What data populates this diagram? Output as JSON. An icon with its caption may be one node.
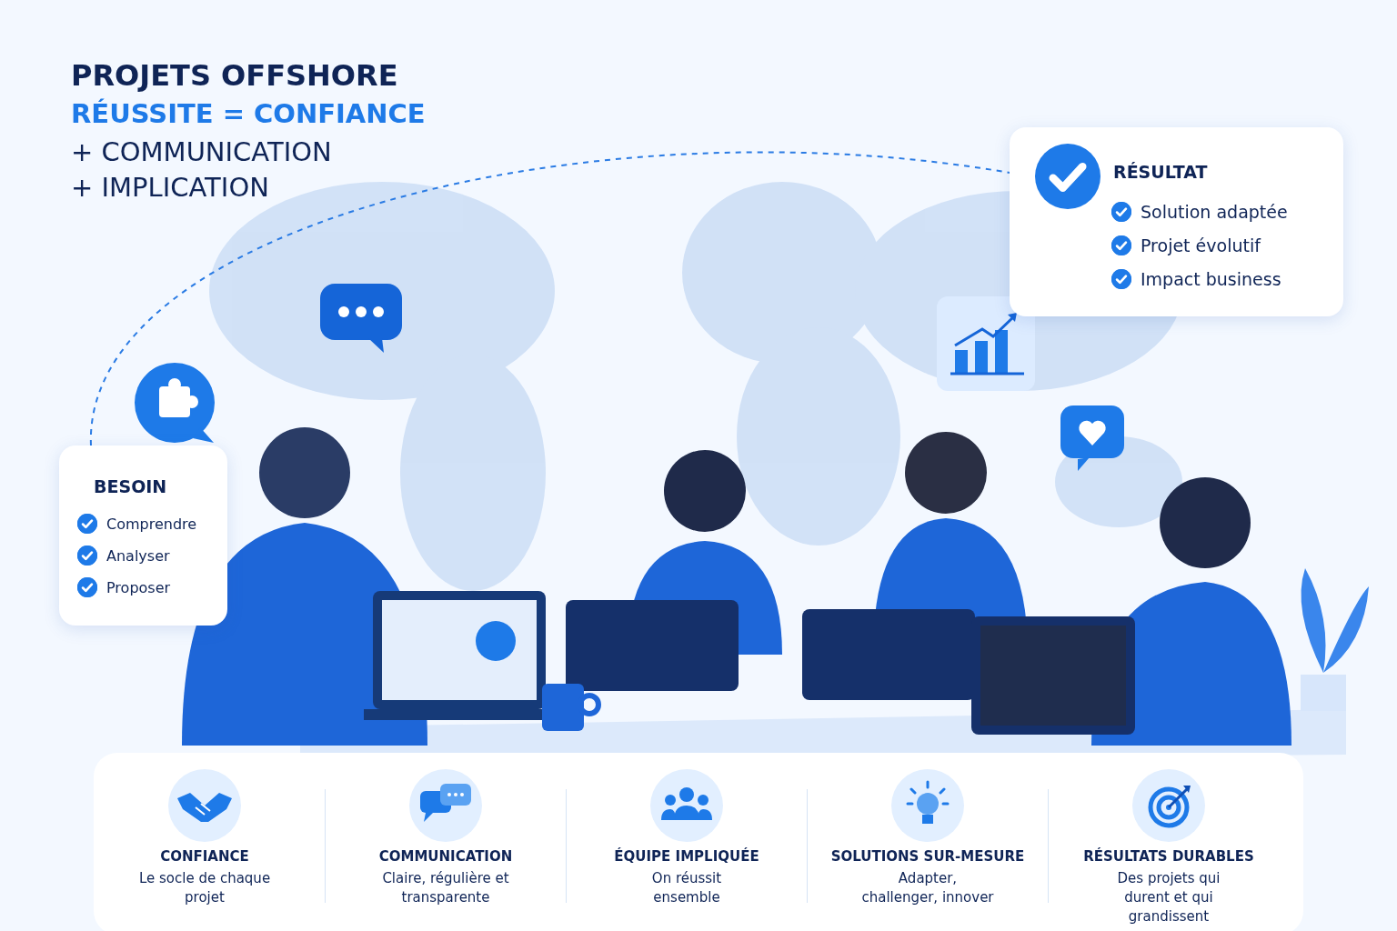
{
  "diagram": {
    "title": "PROJETS OFFSHORE",
    "nodes": [
      {
        "text": [
          "BESOIN",
          "Comprendre",
          "Analyser",
          "Proposer"
        ]
      },
      {
        "text": [
          "RÉSULTAT",
          "Solution adaptée",
          "Projet évolutif",
          "Impact business"
        ]
      },
      {
        "text": [
          "CONFIANCE",
          "Le socle de chaque projet"
        ]
      },
      {
        "text": [
          "COMMUNICATION",
          "Claire, régulière et transparente"
        ]
      },
      {
        "text": [
          "ÉQUIPE IMPLIQUÉE",
          "On réussit ensemble"
        ]
      },
      {
        "text": [
          "SOLUTIONS SUR-MESURE",
          "Adapter, challenger, innover"
        ]
      },
      {
        "text": [
          "RÉSULTATS DURABLES",
          "Des projets qui durent et qui grandissent"
        ]
      }
    ],
    "edges": [
      {
        "from": 0,
        "to": 1,
        "arrow": "none",
        "style": "dashed"
      }
    ],
    "labels": [
      "RÉUSSITE = CONFIANCE",
      "+ COMMUNICATION",
      "+ IMPLICATION"
    ]
  }
}
